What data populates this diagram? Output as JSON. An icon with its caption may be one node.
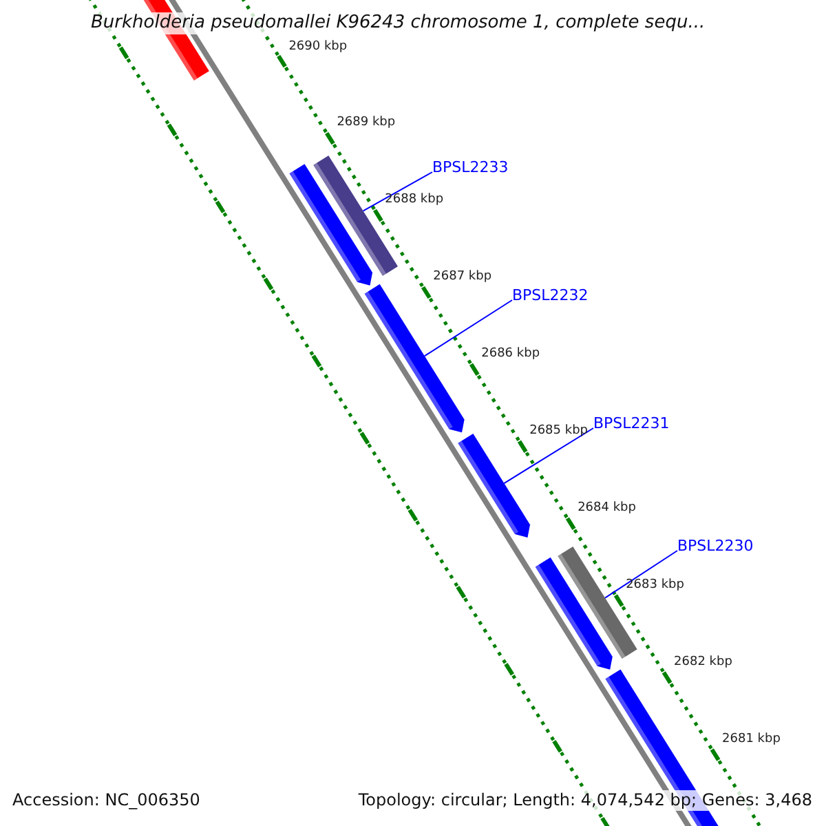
{
  "diagram": {
    "title": "Burkholderia pseudomallei K96243 chromosome 1, complete sequ...",
    "nodes": [
      {
        "text": [
          "BPSL2233"
        ]
      },
      {
        "text": [],
        "shape": "bar"
      },
      {
        "text": [
          "BPSL2232"
        ]
      },
      {
        "text": [],
        "shape": "bar"
      },
      {
        "text": [
          "BPSL2231"
        ]
      },
      {
        "text": [],
        "shape": "bar"
      },
      {
        "text": [
          "BPSL2230"
        ]
      },
      {
        "text": [],
        "shape": "bar"
      }
    ],
    "edges": [
      {
        "from": 0,
        "to": 1,
        "arrow": "none"
      },
      {
        "from": 2,
        "to": 3,
        "arrow": "none"
      },
      {
        "from": 4,
        "to": 5,
        "arrow": "none"
      },
      {
        "from": 6,
        "to": 7,
        "arrow": "none"
      }
    ],
    "labels": [
      "2690 kbp",
      "2689 kbp",
      "2688 kbp",
      "2687 kbp",
      "2686 kbp",
      "2685 kbp",
      "2684 kbp",
      "2683 kbp",
      "2682 kbp",
      "2681 kbp",
      "Accession: NC_006350",
      "Topology: circular; Length: 4,074,542 bp; Genes: 3,468"
    ]
  }
}
